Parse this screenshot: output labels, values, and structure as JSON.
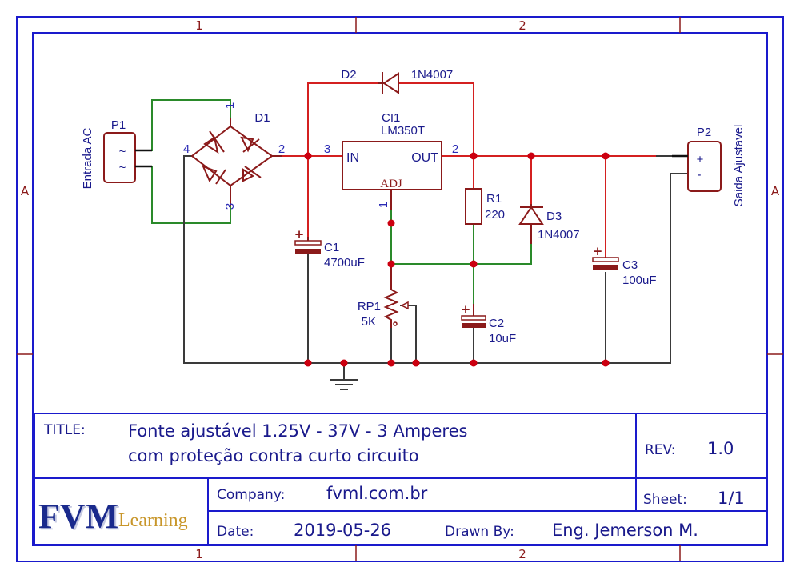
{
  "colors": {
    "border": "#1a1acc",
    "wire_power": "#d42020",
    "wire_adj": "#2a8a2a",
    "wire_ground": "#3a3a3a",
    "component": "#8b1a1a",
    "junction": "#cc0010",
    "label": "#1a1a8c"
  },
  "frame": {
    "zone_columns": [
      "1",
      "2"
    ],
    "zone_rows": [
      "A"
    ]
  },
  "components": {
    "p1": {
      "ref": "P1",
      "pins": [
        "~",
        "~"
      ],
      "label": "Entrada AC"
    },
    "d1": {
      "ref": "D1",
      "pins": [
        "1",
        "2",
        "3",
        "4"
      ]
    },
    "d2": {
      "ref": "D2",
      "value": "1N4007"
    },
    "ci1": {
      "ref": "CI1",
      "value": "LM350T",
      "pin_in": "IN",
      "pin_out": "OUT",
      "pin_adj": "ADJ",
      "pin_in_num": "3",
      "pin_out_num": "2",
      "pin_adj_num": "1"
    },
    "r1": {
      "ref": "R1",
      "value": "220"
    },
    "d3": {
      "ref": "D3",
      "value": "1N4007"
    },
    "c1": {
      "ref": "C1",
      "value": "4700uF"
    },
    "c2": {
      "ref": "C2",
      "value": "10uF"
    },
    "c3": {
      "ref": "C3",
      "value": "100uF"
    },
    "rp1": {
      "ref": "RP1",
      "value": "5K"
    },
    "p2": {
      "ref": "P2",
      "pins": [
        "+",
        "-"
      ],
      "label": "Saida Ajustavel"
    },
    "cap_plus": "+"
  },
  "title_block": {
    "title_key": "TITLE:",
    "title_line1": "Fonte ajustável 1.25V - 37V - 3 Amperes",
    "title_line2": "com proteção contra curto circuito",
    "rev_key": "REV:",
    "rev_value": "1.0",
    "company_key": "Company:",
    "company_value": "fvml.com.br",
    "sheet_key": "Sheet:",
    "sheet_value": "1/1",
    "date_key": "Date:",
    "date_value": "2019-05-26",
    "drawn_key": "Drawn By:",
    "drawn_value": "Eng. Jemerson M.",
    "logo_main": "FVM",
    "logo_sub": "Learning"
  }
}
